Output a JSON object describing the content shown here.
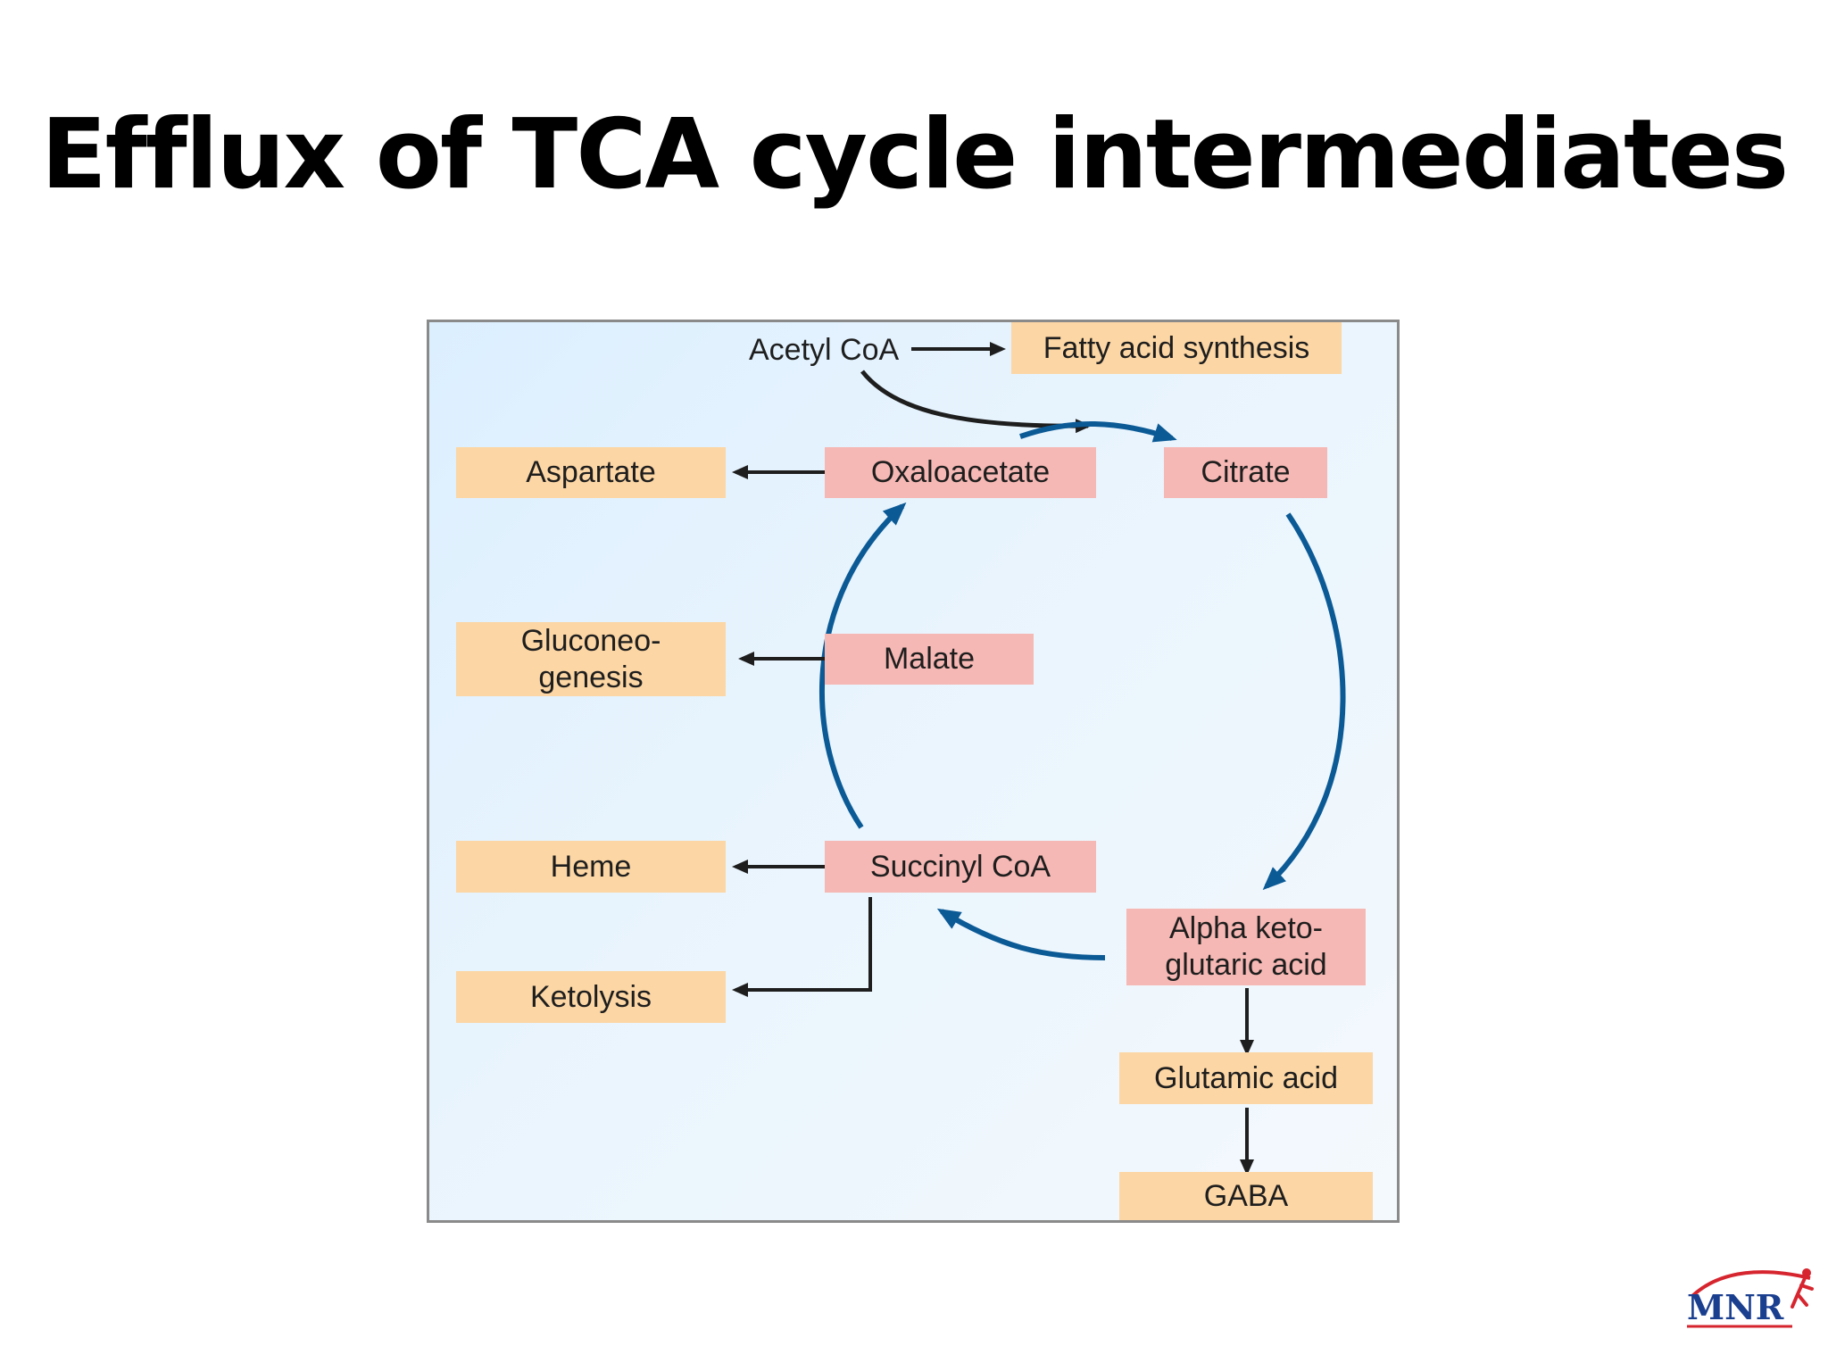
{
  "slide": {
    "title": "Efflux of TCA cycle intermediates"
  },
  "diagram": {
    "source": "Acetyl CoA",
    "intermediates": {
      "oxaloacetate": "Oxaloacetate",
      "citrate": "Citrate",
      "malate": "Malate",
      "succinyl_coa": "Succinyl CoA",
      "alpha_kg": [
        "Alpha keto-",
        "glutaric acid"
      ]
    },
    "products": {
      "fatty_acid": "Fatty acid synthesis",
      "aspartate": "Aspartate",
      "gluconeogenesis": [
        "Gluconeo-",
        "genesis"
      ],
      "heme": "Heme",
      "ketolysis": "Ketolysis",
      "glutamic_acid": "Glutamic acid",
      "gaba": "GABA"
    },
    "colors": {
      "intermediate_fill": "#f6b8b4",
      "product_fill": "#fcd6a4",
      "cycle_arrow": "#0b5a96",
      "efflux_arrow": "#1e1e1e",
      "panel_border": "#8a8a8a"
    }
  },
  "logo": {
    "text": "MNR"
  }
}
